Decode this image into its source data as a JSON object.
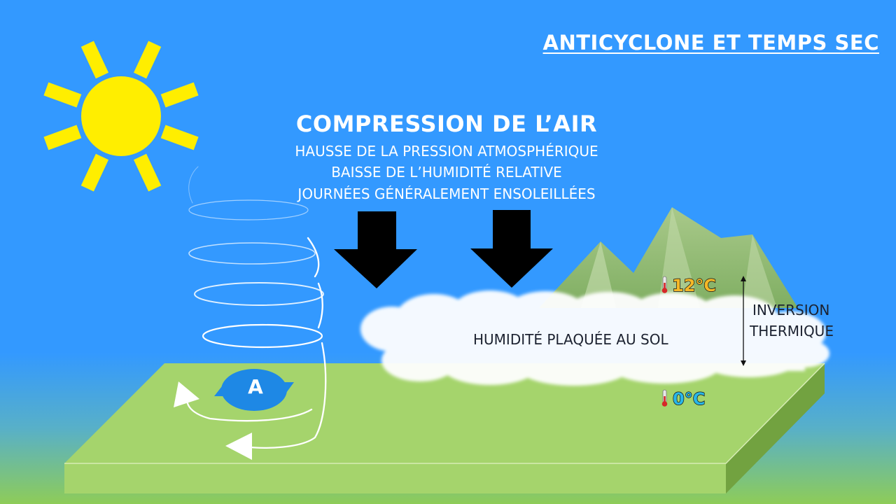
{
  "title": "ANTICYCLONE ET TEMPS SEC",
  "heading": "COMPRESSION DE L’AIR",
  "subtitle_lines": [
    "HAUSSE DE LA PRESSION ATMOSPHÉRIQUE",
    "BAISSE DE L’HUMIDITÉ RELATIVE",
    "JOURNÉES GÉNÉRALEMENT ENSOLEILLÉES"
  ],
  "high_pressure_label": "A",
  "cloud_label": "HUMIDITÉ PLAQUÉE AU SOL",
  "inversion_label": [
    "INVERSION",
    "THERMIQUE"
  ],
  "temperatures": {
    "upper": "12°C",
    "lower": "0°C"
  },
  "icons": [
    "sun-icon",
    "thermometer-icon",
    "down-arrow-icon",
    "mountain-icon",
    "cloud-icon"
  ],
  "colors": {
    "sky": "#3399ff",
    "ground": "#a5d46c",
    "sun": "#ffee00",
    "warm_temp": "#f5b828",
    "cold_temp": "#29b6e8",
    "high_pressure": "#1e88e5"
  }
}
